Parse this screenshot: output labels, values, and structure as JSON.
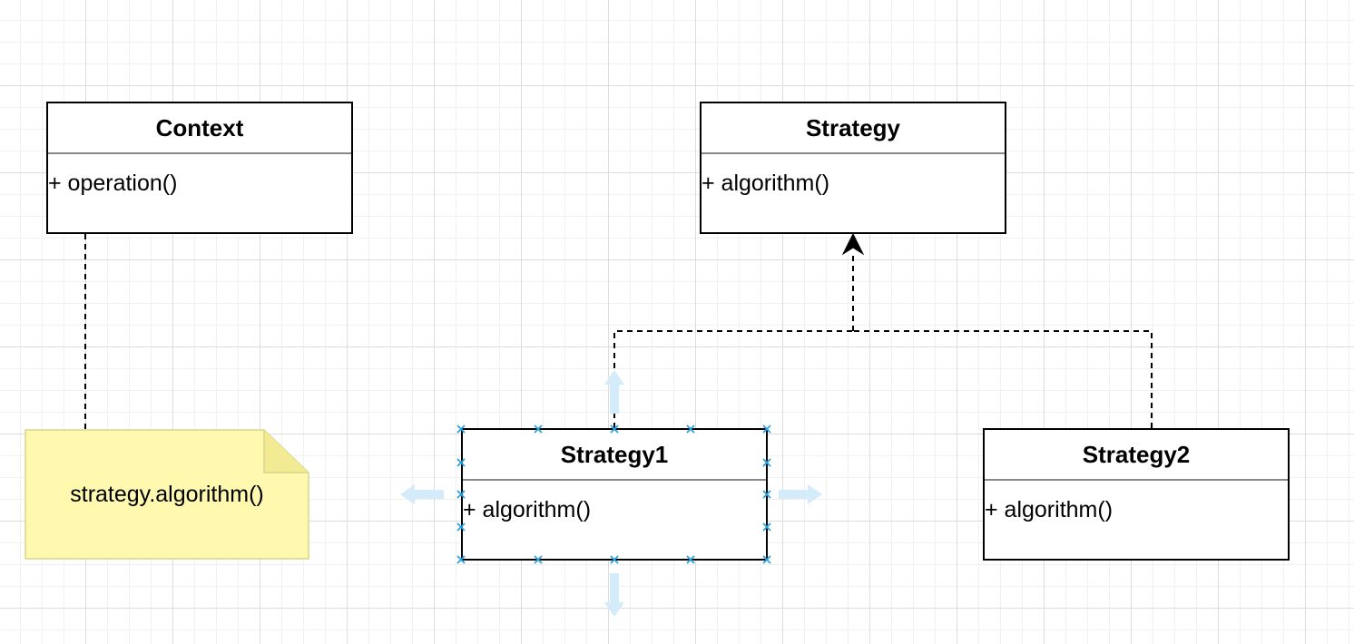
{
  "classes": {
    "context": {
      "name": "Context",
      "member": "+ operation()"
    },
    "strategy": {
      "name": "Strategy",
      "member": "+ algorithm()"
    },
    "strategy1": {
      "name": "Strategy1",
      "member": "+ algorithm()"
    },
    "strategy2": {
      "name": "Strategy2",
      "member": "+ algorithm()"
    }
  },
  "note": {
    "text": "strategy.algorithm()"
  },
  "colors": {
    "note_fill": "#fff9b0",
    "note_border": "#d6d68a",
    "selection_handle": "#29a3e0",
    "hover_arrow": "#d4ecfa"
  },
  "icons": {
    "selection_handles": "x-mark",
    "connect_arrows": "block-arrow"
  }
}
